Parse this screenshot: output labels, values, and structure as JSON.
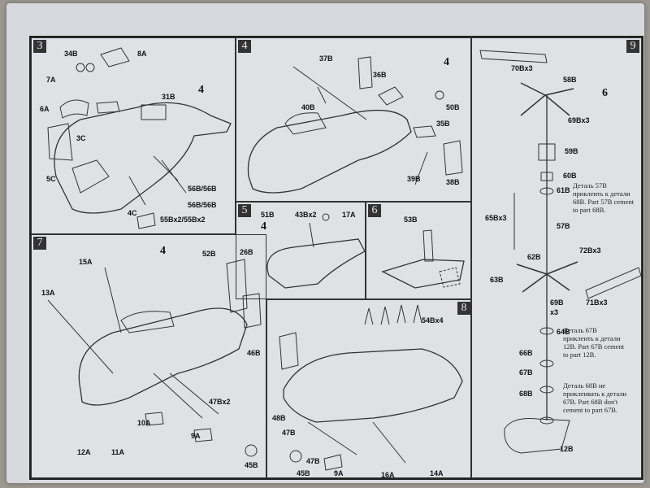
{
  "panels": {
    "p3": {
      "num": "3",
      "labels": [
        "34B",
        "8A",
        "7A",
        "6A",
        "3C",
        "5C",
        "31B",
        "56B/56B",
        "56B/56B",
        "55Bx2/55Bx2",
        "4C"
      ],
      "marker": "4"
    },
    "p4": {
      "num": "4",
      "labels": [
        "37B",
        "36B",
        "40B",
        "50B",
        "35B",
        "39B",
        "38B"
      ],
      "marker": "4"
    },
    "p5": {
      "num": "5",
      "labels": [
        "51B",
        "43Bx2",
        "17A"
      ],
      "marker": "4"
    },
    "p6": {
      "num": "6",
      "labels": [
        "53B"
      ]
    },
    "p7": {
      "num": "7",
      "labels": [
        "15A",
        "13A",
        "52B",
        "26B",
        "46B",
        "47Bx2",
        "10A",
        "9A",
        "12A",
        "11A",
        "45B"
      ],
      "marker": "4"
    },
    "p8": {
      "num": "8",
      "labels": [
        "54Bx4",
        "48B",
        "47B",
        "47B",
        "16A",
        "45B",
        "9A",
        "14A"
      ]
    },
    "p9": {
      "num": "9",
      "labels": [
        "70Bx3",
        "58B",
        "69Bx3",
        "59B",
        "60B",
        "61B",
        "65Bx3",
        "57B",
        "72Bx3",
        "62B",
        "63B",
        "71Bx3",
        "69B",
        "x3",
        "64B",
        "66B",
        "67B",
        "68B",
        "12B"
      ],
      "notes": {
        "n1": "Деталь 57B приклеить к детали 68B. Part 57B cement to part 68B.",
        "n2": "Деталь 67B приклеить к детали 12B. Part 67B cement to part 12B.",
        "n3": "Деталь 68B не приклеивать к детали 67B. Part 68B don't cement to part 67B."
      },
      "marker": "6"
    }
  },
  "colors": {
    "ink": "#222222",
    "paper": "#dfe1e5",
    "background": "#9a9890"
  }
}
